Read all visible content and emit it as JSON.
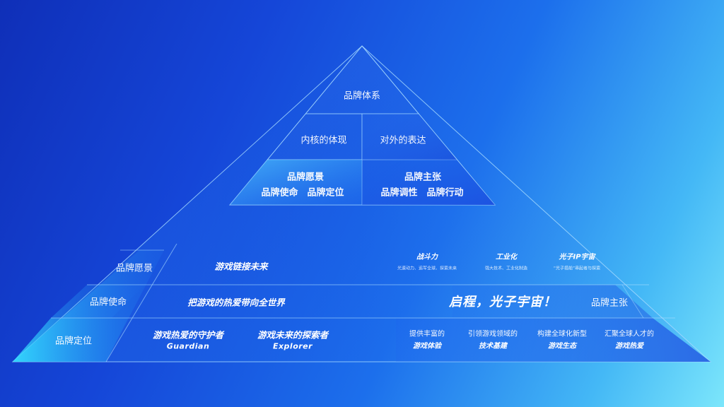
{
  "top_pyramid": {
    "apex": "品牌体系",
    "middle_left": "内核的体现",
    "middle_right": "对外的表达",
    "bottom_left_line1": "品牌愿景",
    "bottom_left_line2": "品牌使命　品牌定位",
    "bottom_right_line1": "品牌主张",
    "bottom_right_line2": "品牌调性　品牌行动"
  },
  "bottom_pyramid": {
    "row_labels": [
      "品牌愿景",
      "品牌使命",
      "品牌定位"
    ],
    "vision": "游戏链接未来",
    "mission": "把游戏的热爱带向全世界",
    "position_items": [
      {
        "title": "游戏热爱的守护者",
        "en": "Guardian"
      },
      {
        "title": "游戏未来的探索者",
        "en": "Explorer"
      }
    ],
    "tone_items": [
      {
        "title": "战斗力",
        "desc": "光速动力、追军全球、探索未来"
      },
      {
        "title": "工业化",
        "desc": "强大技术、工业化制造"
      },
      {
        "title": "光子IP宇宙",
        "desc": "“光子搭船”串起者与探索"
      }
    ],
    "slogan": "启程，光子宇宙！",
    "claim_label": "品牌主张",
    "action_items": [
      {
        "line1": "提供丰富的",
        "line2": "游戏体验"
      },
      {
        "line1": "引领游戏领域的",
        "line2": "技术基建"
      },
      {
        "line1": "构建全球化新型",
        "line2": "游戏生态"
      },
      {
        "line1": "汇聚全球人才的",
        "line2": "游戏热爱"
      }
    ]
  },
  "colors": {
    "background_start": "#0f2fb8",
    "background_end": "#7ce6fb",
    "line": "#9fd8ff",
    "highlight": "#2fd0ff"
  }
}
